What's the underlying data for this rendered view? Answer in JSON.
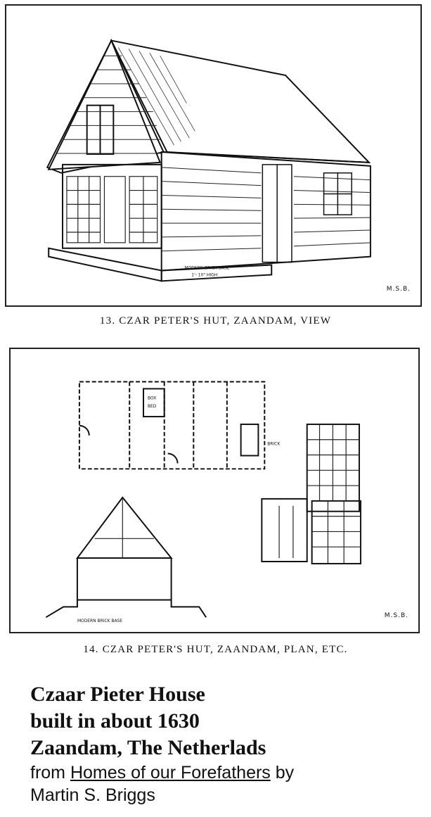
{
  "figure13": {
    "caption": "13. CZAR PETER'S HUT, ZAANDAM, VIEW",
    "initials": "M.S.B.",
    "base_label": "MODERN BRICK BASE",
    "base_height": "1'- 10\" HIGH"
  },
  "figure14": {
    "caption": "14. CZAR PETER'S HUT, ZAANDAM, PLAN, ETC.",
    "initials": "M.S.B.",
    "plan_labels": {
      "box": "BOX",
      "bed": "BED",
      "brick": "BRICK",
      "base": "MODERN BRICK BASE"
    }
  },
  "notes": {
    "line1": "Czaar Pieter House",
    "line2": "built in about 1630",
    "line3": "Zaandam, The Netherlads",
    "line4_prefix": "from ",
    "line4_book": "Homes of our Forefathers",
    "line4_suffix": " by",
    "line5": "Martin S. Briggs"
  }
}
